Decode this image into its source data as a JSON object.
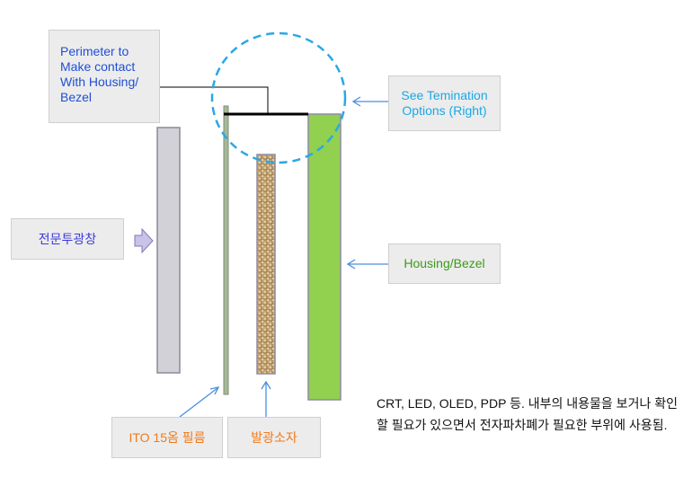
{
  "labels": {
    "perimeter": "Perimeter to Make contact With Housing/ Bezel",
    "termination": "See Temination Options (Right)",
    "window": "전문투광창",
    "housing": "Housing/Bezel",
    "ito_film": "ITO 15옴 필름",
    "emitter": "발광소자"
  },
  "description": "CRT, LED, OLED, PDP 등. 내부의 내용물을 보거나 확인할 필요가 있으면서 전자파차폐가 필요한 부위에 사용됨.",
  "colors": {
    "label_text_blue": "#1f4fd6",
    "label_text_cyan": "#19a8e6",
    "label_text_green": "#3c9a1c",
    "label_text_orange": "#f07a1a",
    "arrow_blue": "#4a8ee0",
    "window_fill": "#d3d1d8",
    "housing_fill": "#92d050",
    "emitter_fill": "#c8a878",
    "dashed_circle": "#29a8e6"
  }
}
